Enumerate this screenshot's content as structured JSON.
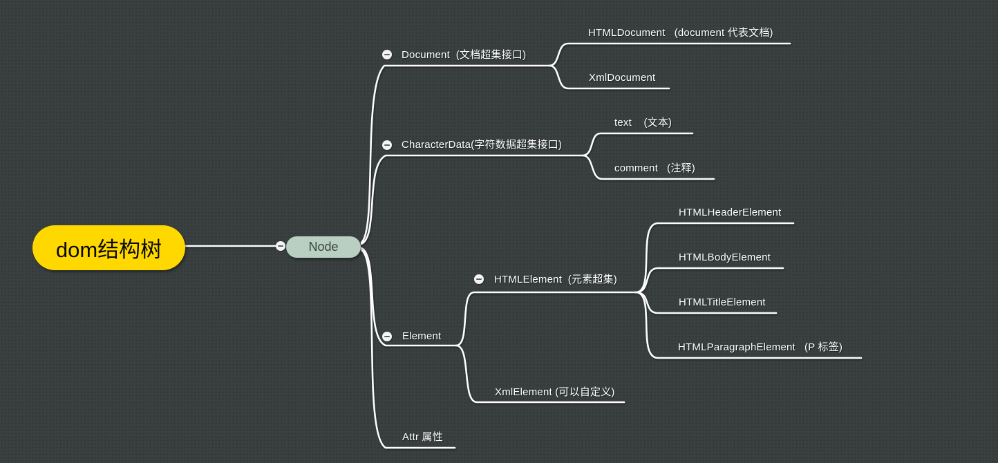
{
  "app": {
    "title": "dom结构树"
  },
  "colors": {
    "background": "#3a4040",
    "background_dot": "#313737",
    "branch_line": "#fdfdfd",
    "root_fill": "#ffd800",
    "root_text": "#0a0a0a",
    "center_fill": "#b9cfc2",
    "center_text": "#39423f",
    "label_text": "#ffffff"
  },
  "icons": {
    "collapse": "minus-circle"
  },
  "map": {
    "root": {
      "label": "dom结构树"
    },
    "center": {
      "label": "Node"
    },
    "branches": [
      {
        "label": "Document  (文档超集接口)",
        "children": [
          {
            "label": "HTMLDocument   (document 代表文档)"
          },
          {
            "label": "XmlDocument"
          }
        ]
      },
      {
        "label": "CharacterData(字符数据超集接口)",
        "children": [
          {
            "label": "text    (文本)"
          },
          {
            "label": "comment   (注释)"
          }
        ]
      },
      {
        "label": "Element",
        "children": [
          {
            "label": "HTMLElement  (元素超集)",
            "children": [
              {
                "label": "HTMLHeaderElement"
              },
              {
                "label": "HTMLBodyElement"
              },
              {
                "label": "HTMLTitleElement"
              },
              {
                "label": "HTMLParagraphElement   (P 标签)"
              }
            ]
          },
          {
            "label": "XmlElement (可以自定义)"
          }
        ]
      },
      {
        "label": "Attr 属性"
      }
    ]
  }
}
